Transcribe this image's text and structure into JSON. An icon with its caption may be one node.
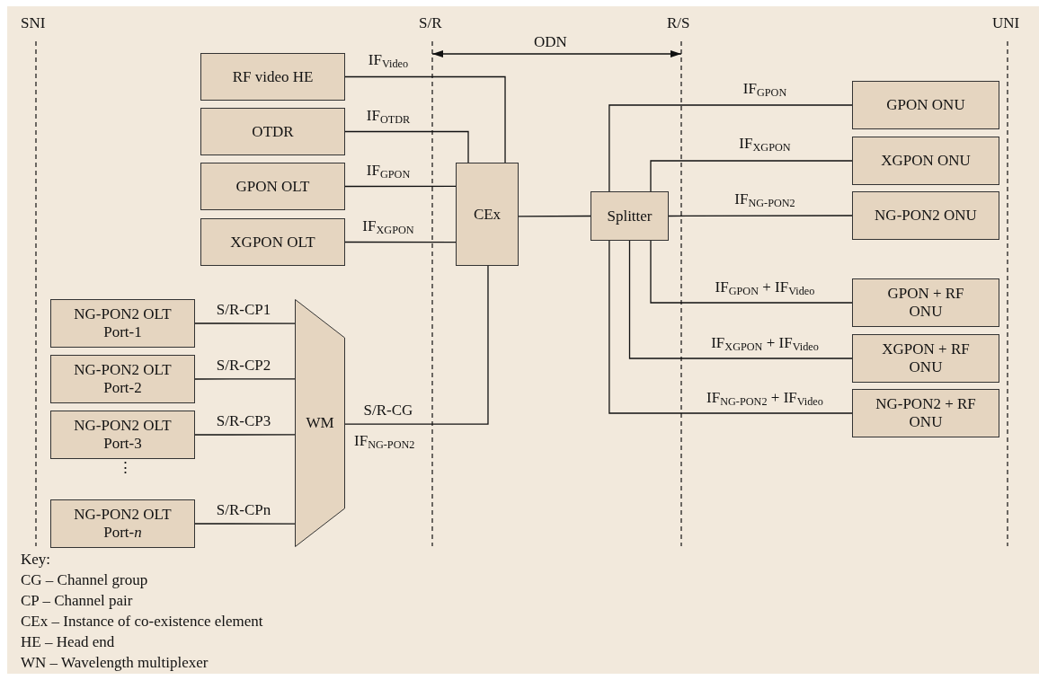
{
  "diagram": {
    "nodes": [
      {
        "text": [
          "RF video HE"
        ]
      },
      {
        "text": [
          "OTDR"
        ]
      },
      {
        "text": [
          "GPON OLT"
        ]
      },
      {
        "text": [
          "XGPON OLT"
        ]
      },
      {
        "text": [
          "CEx"
        ]
      },
      {
        "text": [
          "NG-PON2 OLT Port-1"
        ]
      },
      {
        "text": [
          "NG-PON2 OLT Port-2"
        ]
      },
      {
        "text": [
          "NG-PON2 OLT Port-3"
        ]
      },
      {
        "text": [
          "NG-PON2 OLT Port-*n*"
        ]
      },
      {
        "text": [
          "WM"
        ]
      },
      {
        "text": [
          "Splitter"
        ]
      },
      {
        "text": [
          "GPON ONU"
        ]
      },
      {
        "text": [
          "XGPON ONU"
        ]
      },
      {
        "text": [
          "NG-PON2 ONU"
        ]
      },
      {
        "text": [
          "GPON + RF ONU"
        ]
      },
      {
        "text": [
          "XGPON + RF ONU"
        ]
      },
      {
        "text": [
          "NG-PON2 + RF ONU"
        ]
      }
    ],
    "edges": [
      {
        "from": 0,
        "to": 4,
        "arrow": "none",
        "label": "IF$_{Video}$"
      },
      {
        "from": 1,
        "to": 4,
        "arrow": "none",
        "label": "IF$_{OTDR}$"
      },
      {
        "from": 2,
        "to": 4,
        "arrow": "none",
        "label": "IF$_{GPON}$"
      },
      {
        "from": 3,
        "to": 4,
        "arrow": "none",
        "label": "IF$_{XGPON}$"
      },
      {
        "from": 5,
        "to": 9,
        "arrow": "none",
        "label": "S/R-CP1"
      },
      {
        "from": 6,
        "to": 9,
        "arrow": "none",
        "label": "S/R-CP2"
      },
      {
        "from": 7,
        "to": 9,
        "arrow": "none",
        "label": "S/R-CP3"
      },
      {
        "from": 8,
        "to": 9,
        "arrow": "none",
        "label": "S/R-CPn"
      },
      {
        "from": 9,
        "to": 4,
        "arrow": "none",
        "label": "S/R-CG"
      },
      {
        "from": 4,
        "to": 10,
        "arrow": "none"
      },
      {
        "from": 10,
        "to": 11,
        "arrow": "none",
        "label": "IF$_{GPON}$"
      },
      {
        "from": 10,
        "to": 12,
        "arrow": "none",
        "label": "IF$_{XGPON}$"
      },
      {
        "from": 10,
        "to": 13,
        "arrow": "none",
        "label": "IF$_{NG-PON2}$"
      },
      {
        "from": 10,
        "to": 14,
        "arrow": "none",
        "label": "IF$_{GPON}$ + IF$_{Video}$"
      },
      {
        "from": 10,
        "to": 15,
        "arrow": "none",
        "label": "IF$_{XGPON}$ + IF$_{Video}$"
      },
      {
        "from": 10,
        "to": 16,
        "arrow": "none",
        "label": "IF$_{NG-PON2}$ + IF$_{Video}$"
      }
    ],
    "labels": [
      "SNI",
      "S/R",
      "ODN",
      "R/S",
      "UNI",
      "IF$_{NG-PON2}$",
      "⋮",
      "Key:",
      "CG – Channel group",
      "CP – Channel pair",
      "CEx – Instance of co-existence element",
      "HE – Head end",
      "WN – Wavelength multiplexer"
    ]
  }
}
